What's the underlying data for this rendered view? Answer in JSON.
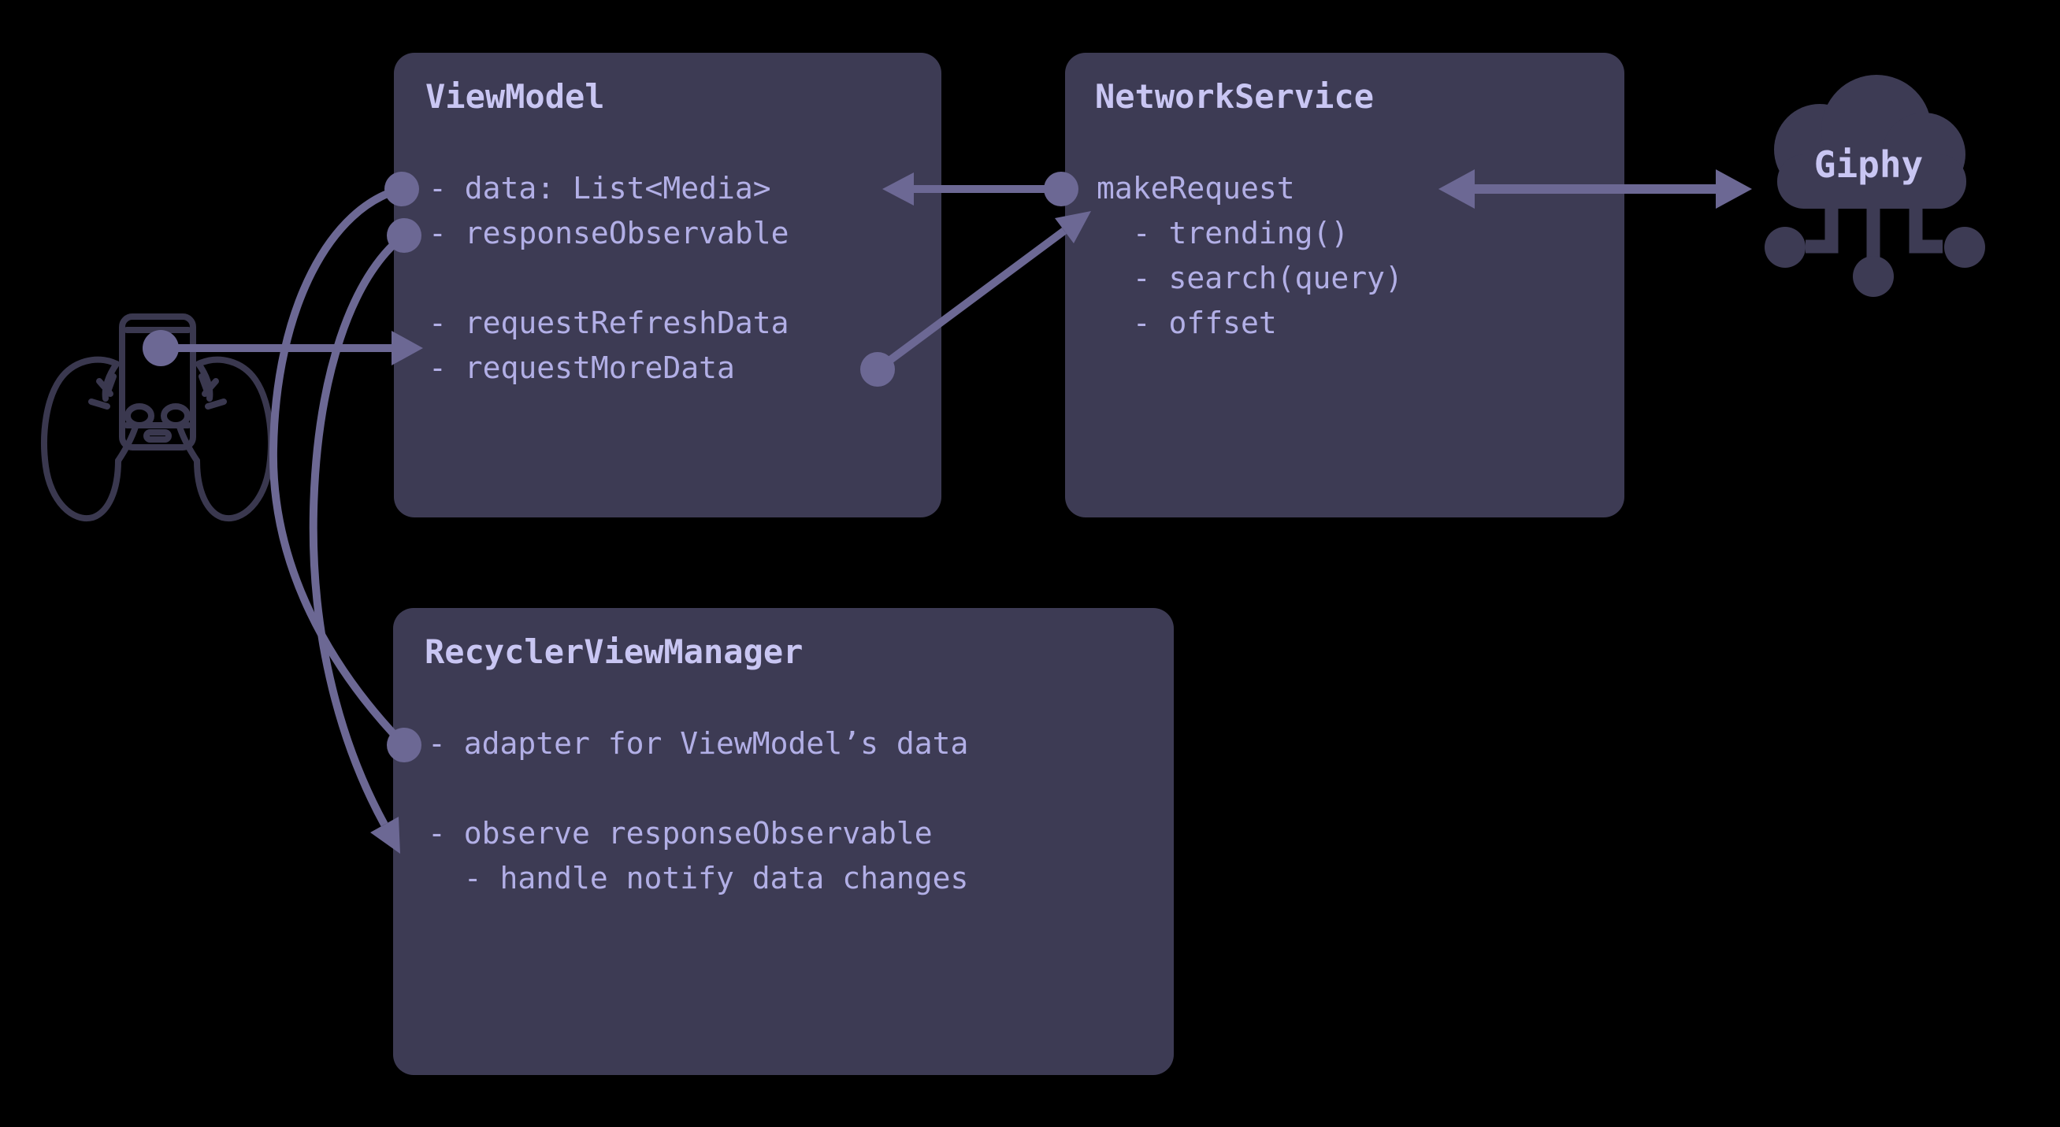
{
  "diagram": {
    "background": "#000000",
    "boxes": {
      "viewmodel": {
        "title": "ViewModel",
        "body": "- data: List<Media>\n- responseObservable\n\n- requestRefreshData\n- requestMoreData"
      },
      "networkservice": {
        "title": "NetworkService",
        "body": "makeRequest\n  - trending()\n  - search(query)\n  - offset"
      },
      "recyclerviewmanager": {
        "title": "RecyclerViewManager",
        "body": "- adapter for ViewModel’s data\n\n- observe responseObservable\n  - handle notify data changes"
      }
    },
    "cloud": {
      "label": "Giphy"
    },
    "icons": {
      "hands_phone": "hands-holding-phone-icon",
      "giphy_cloud": "cloud-network-icon"
    },
    "colors": {
      "box_fill": "#3d3b54",
      "title_text": "#c9c6f3",
      "body_text": "#b2afe6",
      "connector": "#6c6894",
      "icon_line": "#3a384f"
    },
    "connectors": [
      {
        "id": "user-to-viewmodel",
        "from": "hands-phone",
        "to": "ViewModel requests",
        "kind": "dot-arrow"
      },
      {
        "id": "makerequest-to-data",
        "from": "NetworkService.makeRequest",
        "to": "ViewModel.data",
        "kind": "dot-arrow"
      },
      {
        "id": "requestmore-to-makerequest",
        "from": "ViewModel.requestMoreData",
        "to": "NetworkService.makeRequest",
        "kind": "dot-arrow"
      },
      {
        "id": "networkservice-giphy",
        "from": "NetworkService",
        "to": "Giphy",
        "kind": "double-arrow"
      },
      {
        "id": "data-to-adapter",
        "from": "ViewModel.data",
        "to": "RecyclerViewManager.adapter",
        "kind": "dot-dot-curve"
      },
      {
        "id": "observable-to-observe",
        "from": "ViewModel.responseObservable",
        "to": "RecyclerViewManager.observe",
        "kind": "dot-arrow-curve"
      }
    ]
  }
}
